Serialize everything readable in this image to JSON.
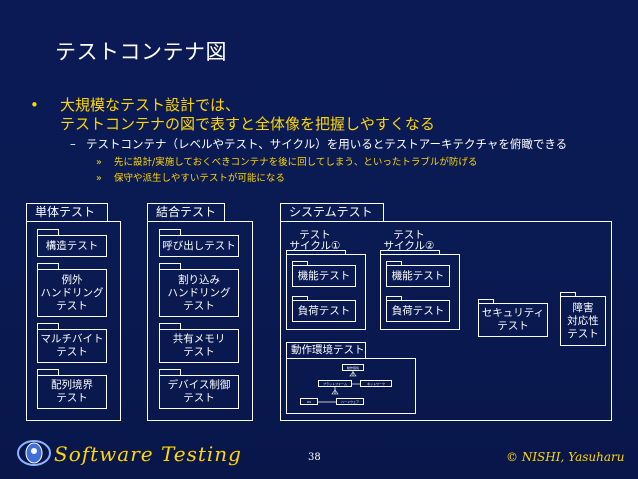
{
  "title": "テストコンテナ図",
  "bullet_main": {
    "line1": "大規模なテスト設計では、",
    "line2": "テストコンテナの図で表すと全体像を把握しやすくなる"
  },
  "bullet_sub": "テストコンテナ（レベルやテスト、サイクル）を用いるとテストアーキテクチャを俯瞰できる",
  "bullet_sub_sub": [
    "先に設計/実施しておくべきコンテナを後に回してしまう、といったトラブルが防げる",
    "保守や派生しやすいテストが可能になる"
  ],
  "containers": {
    "unit": {
      "label": "単体テスト",
      "items": [
        "構造テスト",
        "例外\nハンドリング\nテスト",
        "マルチバイト\nテスト",
        "配列境界\nテスト"
      ]
    },
    "integration": {
      "label": "結合テスト",
      "items": [
        "呼び出しテスト",
        "割り込み\nハンドリング\nテスト",
        "共有メモリ\nテスト",
        "デバイス制御\nテスト"
      ]
    },
    "system": {
      "label": "システムテスト",
      "cycle1": {
        "label": "テスト\nサイクル①",
        "items": [
          "機能テスト",
          "負荷テスト"
        ]
      },
      "cycle2": {
        "label": "テスト\nサイクル②",
        "items": [
          "機能テスト",
          "負荷テスト"
        ]
      },
      "security": "セキュリティ\nテスト",
      "fault": "障害\n対応性\nテスト",
      "env": {
        "label": "動作環境テスト",
        "tree": {
          "root": "動作環境",
          "mid1": "プラットフォーム",
          "mid2": "ネットワーク",
          "leaf1": "OS",
          "leaf2": "ハードウェア"
        }
      }
    }
  },
  "footer": {
    "logo": "Software Testing",
    "page": "38",
    "copyright": "© NISHI, Yasuharu"
  }
}
